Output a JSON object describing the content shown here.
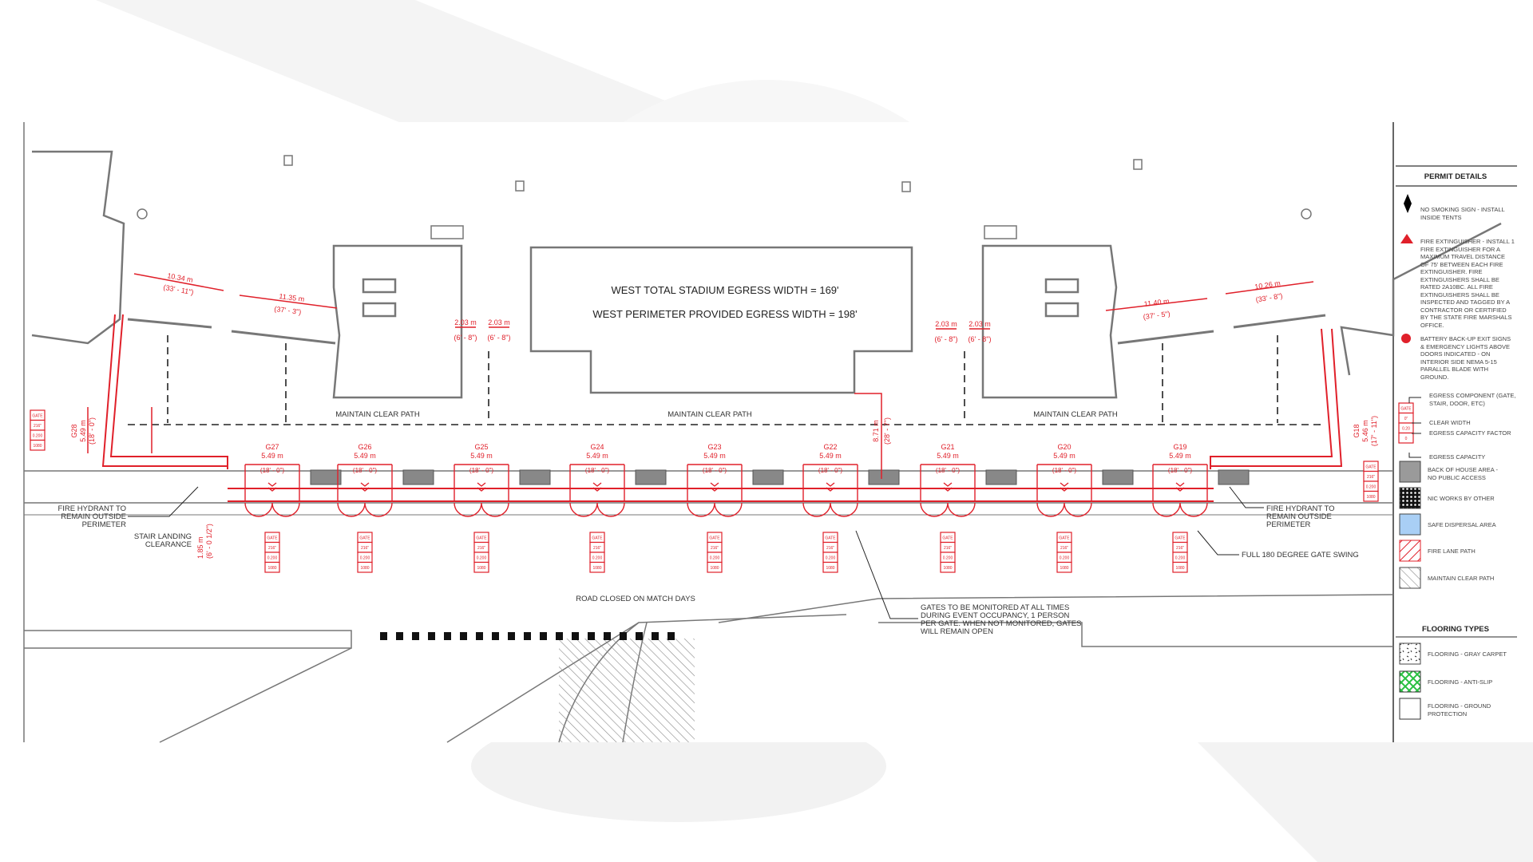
{
  "headline": {
    "total_egress": "WEST TOTAL STADIUM EGRESS WIDTH = 169'",
    "provided_egress": "WEST PERIMETER PROVIDED EGRESS WIDTH = 198'"
  },
  "labels": {
    "maintain_clear_path": "MAINTAIN CLEAR PATH",
    "road_closed": "ROAD CLOSED ON MATCH DAYS",
    "fire_hydrant_left": [
      "FIRE HYDRANT TO",
      "REMAIN OUTSIDE",
      "PERIMETER"
    ],
    "fire_hydrant_right": [
      "FIRE HYDRANT TO",
      "REMAIN OUTSIDE",
      "PERIMETER"
    ],
    "stair_landing": [
      "STAIR LANDING",
      "CLEARANCE"
    ],
    "stair_dim": [
      "1.85 m",
      "(6' - 0 1/2\")"
    ],
    "gate_swing": "FULL 180 DEGREE GATE SWING",
    "gates_monitored": [
      "GATES TO BE MONITORED AT ALL TIMES",
      "DURING EVENT OCCUPANCY, 1 PERSON",
      "PER GATE. WHEN NOT MONITORED, GATES",
      "WILL REMAIN OPEN"
    ]
  },
  "dimensions": {
    "d1": [
      "10.34 m",
      "(33' - 11\")"
    ],
    "d2": [
      "11.35 m",
      "(37' - 3\")"
    ],
    "d3": [
      "2.03 m",
      "(6' - 8\")"
    ],
    "d4": [
      "2.03 m",
      "(6' - 8\")"
    ],
    "d5": [
      "2.03 m",
      "(6' - 8\")"
    ],
    "d6": [
      "2.03 m",
      "(6' - 8\")"
    ],
    "d7": [
      "11.40 m",
      "(37' - 5\")"
    ],
    "d8": [
      "10.26 m",
      "(33' - 8\")"
    ],
    "d9": [
      "8.71 m",
      "(28' - 7\")"
    ]
  },
  "gate_box": {
    "label": "GATE",
    "clear_width": "216\"",
    "factor": "0.200",
    "capacity": "1080"
  },
  "gates": [
    {
      "id": "G27",
      "width": "5.49 m",
      "imperial": "(18' - 0\")"
    },
    {
      "id": "G26",
      "width": "5.49 m",
      "imperial": "(18' - 0\")"
    },
    {
      "id": "G25",
      "width": "5.49 m",
      "imperial": "(18' - 0\")"
    },
    {
      "id": "G24",
      "width": "5.49 m",
      "imperial": "(18' - 0\")"
    },
    {
      "id": "G23",
      "width": "5.49 m",
      "imperial": "(18' - 0\")"
    },
    {
      "id": "G22",
      "width": "5.49 m",
      "imperial": "(18' - 0\")"
    },
    {
      "id": "G21",
      "width": "5.49 m",
      "imperial": "(18' - 0\")"
    },
    {
      "id": "G20",
      "width": "5.49 m",
      "imperial": "(18' - 0\")"
    },
    {
      "id": "G19",
      "width": "5.49 m",
      "imperial": "(18' - 0\")"
    }
  ],
  "side_gates": [
    {
      "id": "G28",
      "width": "5.49 m",
      "imperial": "(18' - 0\")"
    },
    {
      "id": "G18",
      "width": "5.46 m",
      "imperial": "(17' - 11\")"
    }
  ],
  "legend": {
    "title": "PERMIT DETAILS",
    "no_smoking": "NO SMOKING SIGN - INSTALL INSIDE TENTS",
    "fire_ext": "FIRE EXTINGUISHER - INSTALL 1 FIRE EXTINGUISHER FOR A MAXIMUM TRAVEL DISTANCE OF 75' BETWEEN EACH FIRE EXTINGUISHER. FIRE EXTINGUISHERS SHALL BE RATED 2A10BC. ALL FIRE EXTINGUISHERS SHALL BE INSPECTED AND TAGGED BY A CONTRACTOR OR CERTIFIED BY THE STATE FIRE MARSHALS OFFICE.",
    "exit_signs": "BATTERY BACK-UP EXIT SIGNS & EMERGENCY LIGHTS ABOVE DOORS INDICATED - ON INTERIOR SIDE NEMA 5-15 PARALLEL BLADE WITH GROUND.",
    "egress_component": "EGRESS COMPONENT (GATE, STAIR, DOOR, ETC)",
    "clear_width": "CLEAR WIDTH",
    "capacity_factor": "EGRESS CAPACITY FACTOR",
    "egress_capacity": "EGRESS CAPACITY",
    "sample_box": {
      "label": "GATE",
      "clear_width": "0\"",
      "factor": "0.20",
      "capacity": "0"
    },
    "boh": "BACK OF HOUSE AREA - NO PUBLIC ACCESS",
    "nic": "NIC WORKS BY OTHER",
    "dispersal": "SAFE DISPERSAL AREA",
    "fire_lane": "FIRE LANE PATH",
    "clear_path": "MAINTAIN CLEAR PATH",
    "flooring_title": "FLOORING TYPES",
    "carpet": "FLOORING - GRAY CARPET",
    "anti_slip": "FLOORING - ANTI-SLIP",
    "ground": "FLOORING - GROUND PROTECTION"
  },
  "colors": {
    "red": "#e0202a",
    "line": "#777777",
    "boh": "#9a9a9a",
    "dispersal": "#a9cff5",
    "anti_slip": "#28c040"
  }
}
